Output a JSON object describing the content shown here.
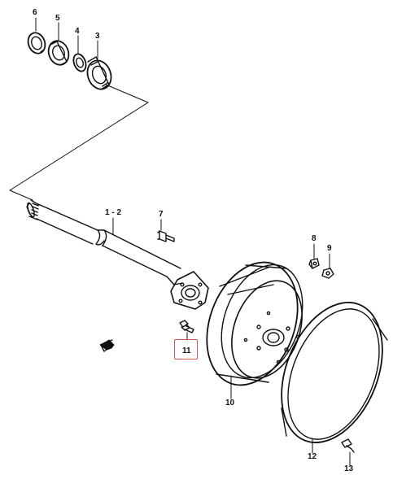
{
  "labels": {
    "p1_2": "1 - 2",
    "p3": "3",
    "p4": "4",
    "p5": "5",
    "p6": "6",
    "p7": "7",
    "p8": "8",
    "p9": "9",
    "p10": "10",
    "p11": "11",
    "p12": "12",
    "p13": "13"
  },
  "highlight": {
    "part": "11",
    "color": "#d9534f"
  }
}
